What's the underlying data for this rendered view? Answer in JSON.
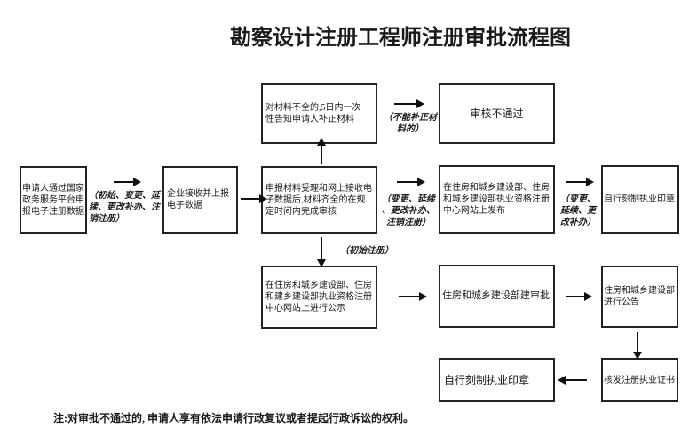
{
  "title": "勘察设计注册工程师注册审批流程图",
  "nodes": {
    "applicant": {
      "text": "申请人通过国家\n政务服务平台申\n报电子注册数据"
    },
    "enterprise": {
      "text": "企业接收并上报\n电子数据"
    },
    "acceptance": {
      "text": "申报材料受理和网上接收电\n子数据后,材料齐全的在规\n定时间内完成审核"
    },
    "supplement": {
      "text": "对材料不全的,5日内一次\n性告知申请人补正材料"
    },
    "review_fail": {
      "text": "审核不通过"
    },
    "publish": {
      "text": "在住房和城乡建设部、住房\n和城乡建设部执业资格注册\n中心网站上发布"
    },
    "seal_change": {
      "text": "自行刻制执业印章"
    },
    "publicity": {
      "text": "在住房和城乡建设部、住房\n和建乡建设部执业资格注册\n中心网站上进行公示"
    },
    "approval": {
      "text": "住房和城乡建设部建审批"
    },
    "announcement": {
      "text": "住房和城乡建设部\n进行公告"
    },
    "seal_initial": {
      "text": "自行刻制执业印章"
    },
    "certificate": {
      "text": "核发注册执业证书"
    }
  },
  "edge_labels": {
    "register_types": "（初始、变更、延\n续、更改补办、注\n销注册）",
    "cannot_supplement": "（不能补正材\n料的）",
    "change_types": "（变更、延续\n、更改补办、\n注销注册）",
    "initial_register": "（初始注册）",
    "change_types_short": "（变更、\n延续、更\n改补办）"
  },
  "note": "注:对审批不通过的, 申请人享有依法申请行政复议或者提起行政诉讼的权利。",
  "colors": {
    "ink": "#1a1a1a",
    "background": "#ffffff"
  }
}
